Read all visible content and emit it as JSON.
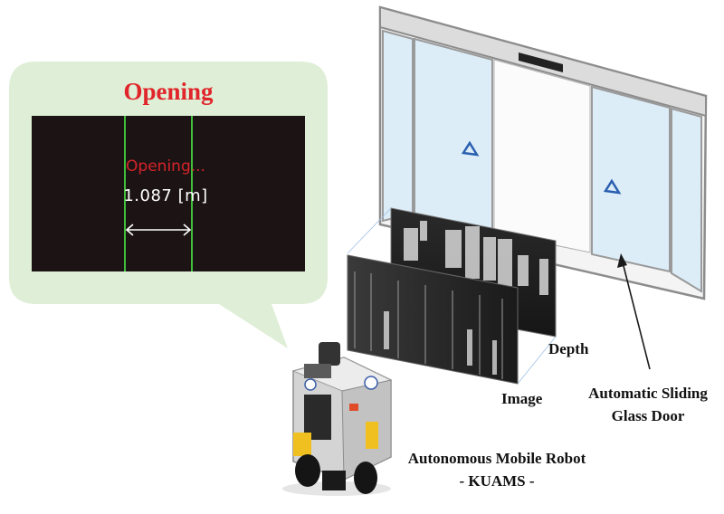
{
  "callout": {
    "title": "Opening",
    "status_text": "Opening...",
    "distance_text": "1.087 [m]"
  },
  "labels": {
    "depth": "Depth",
    "image": "Image",
    "door_line1": "Automatic Sliding",
    "door_line2": "Glass Door",
    "robot_line1": "Autonomous Mobile Robot",
    "robot_line2": "- KUAMS -"
  },
  "colors": {
    "callout_fill": "#dfeed6",
    "title_red": "#e0252b",
    "screen_black": "#1c1414",
    "guide_green": "#3fbf3a",
    "glass": "#ddeef9",
    "frame": "#9a9a9a",
    "arrow_blue": "#2a5fb0"
  }
}
